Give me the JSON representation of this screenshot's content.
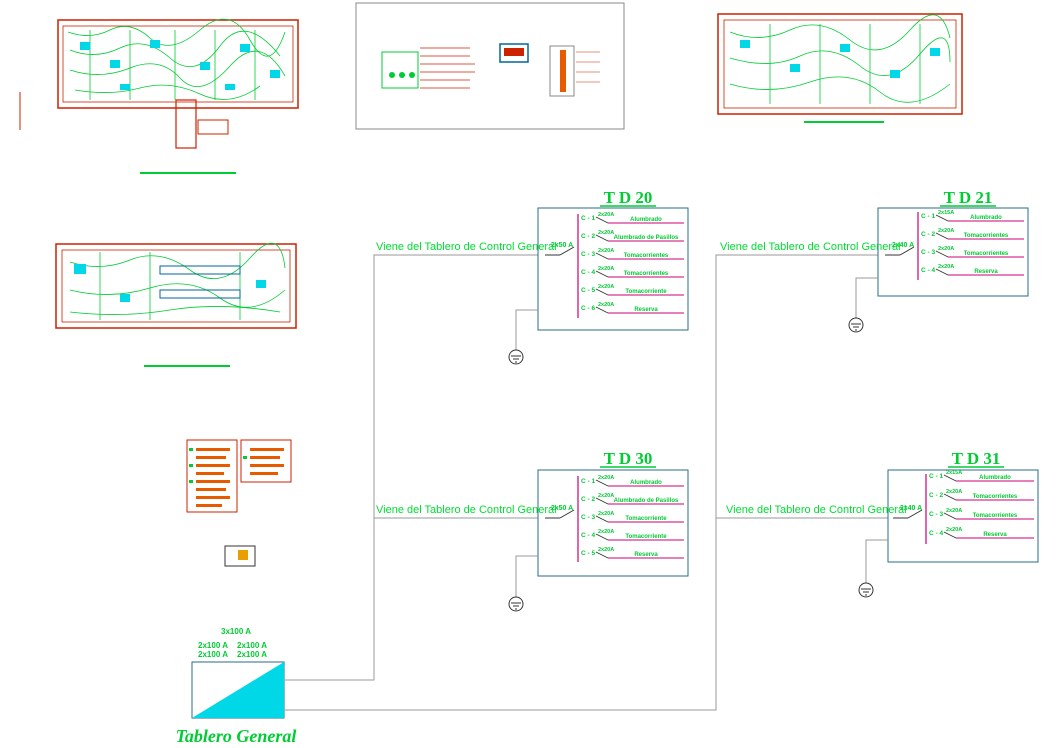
{
  "colors": {
    "green": "#00cc33",
    "magenta": "#cc0077",
    "cyan": "#00d8e8",
    "red": "#cc2200",
    "orange": "#e85a00",
    "panel_border": "#2a6c8a",
    "wire": "#999999"
  },
  "feed_label": "Viene del Tablero de Control General",
  "panels": [
    {
      "id": "td20",
      "title": "T D 20",
      "main_breaker": "2x50 A",
      "circuits": [
        {
          "code": "C - 1",
          "rating": "2x20A",
          "desc": "Alumbrado"
        },
        {
          "code": "C - 2",
          "rating": "2x20A",
          "desc": "Alumbrado de Pasillos"
        },
        {
          "code": "C - 3",
          "rating": "2x20A",
          "desc": "Tomacorrientes"
        },
        {
          "code": "C - 4",
          "rating": "2x20A",
          "desc": "Tomacorrientes"
        },
        {
          "code": "C - 5",
          "rating": "2x20A",
          "desc": "Tomacorriente"
        },
        {
          "code": "C - 6",
          "rating": "2x20A",
          "desc": "Reserva"
        }
      ]
    },
    {
      "id": "td21",
      "title": "T D 21",
      "main_breaker": "2x40 A",
      "circuits": [
        {
          "code": "C - 1",
          "rating": "2x15A",
          "desc": "Alumbrado"
        },
        {
          "code": "C - 2",
          "rating": "2x20A",
          "desc": "Tomacorrientes"
        },
        {
          "code": "C - 3",
          "rating": "2x20A",
          "desc": "Tomacorrientes"
        },
        {
          "code": "C - 4",
          "rating": "2x20A",
          "desc": "Reserva"
        }
      ]
    },
    {
      "id": "td30",
      "title": "T D 30",
      "main_breaker": "2x50 A",
      "circuits": [
        {
          "code": "C - 1",
          "rating": "2x20A",
          "desc": "Alumbrado"
        },
        {
          "code": "C - 2",
          "rating": "2x20A",
          "desc": "Alumbrado de Pasillos"
        },
        {
          "code": "C - 3",
          "rating": "2x20A",
          "desc": "Tomacorriente"
        },
        {
          "code": "C - 4",
          "rating": "2x20A",
          "desc": "Tomacorriente"
        },
        {
          "code": "C - 5",
          "rating": "2x20A",
          "desc": "Reserva"
        }
      ]
    },
    {
      "id": "td31",
      "title": "T D 31",
      "main_breaker": "2x40 A",
      "circuits": [
        {
          "code": "C - 1",
          "rating": "2x15A",
          "desc": "Alumbrado"
        },
        {
          "code": "C - 2",
          "rating": "2x20A",
          "desc": "Tomacorrientes"
        },
        {
          "code": "C - 3",
          "rating": "2x20A",
          "desc": "Tomacorrientes"
        },
        {
          "code": "C - 4",
          "rating": "2x20A",
          "desc": "Reserva"
        }
      ]
    }
  ],
  "tablero_general": {
    "label": "Tablero General",
    "main_breaker": "3x100 A",
    "sub_breakers": [
      "2x100 A",
      "2x100 A",
      "2x100 A",
      "2x100 A"
    ]
  }
}
